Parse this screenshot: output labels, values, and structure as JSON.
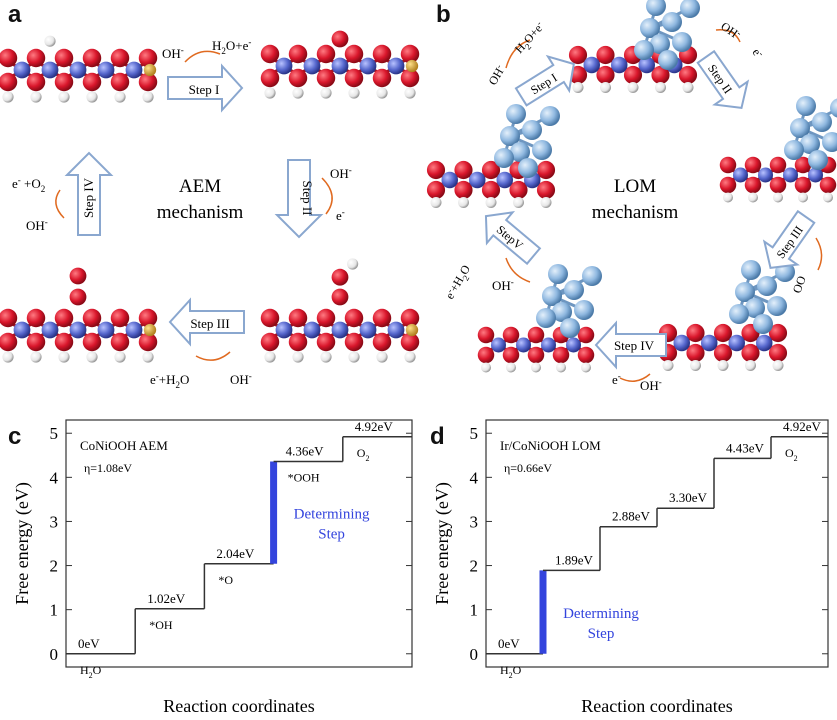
{
  "panel_letters": {
    "a": "a",
    "b": "b",
    "c": "c",
    "d": "d"
  },
  "panel_a": {
    "mechanism_line1": "AEM",
    "mechanism_line2": "mechanism",
    "step1": {
      "label": "Step I",
      "reactant": "OH",
      "product": "H",
      "product_tail": "O+e",
      "sub2": "2",
      "sup_minus": "-"
    },
    "step2": {
      "label": "Step II",
      "reactant": "OH",
      "product": "e",
      "sup_minus": "-"
    },
    "step3": {
      "label": "Step III",
      "product": "e",
      "product_mid": "+H",
      "product_tail": "O",
      "reactant": "OH",
      "sub2": "2",
      "sup_minus": "-"
    },
    "step4": {
      "label": "Step IV",
      "product": "e",
      "product_mid": " +O",
      "reactant": "OH",
      "sub2": "2",
      "sup_minus": "-"
    }
  },
  "panel_b": {
    "mechanism_line1": "LOM",
    "mechanism_line2": "mechanism",
    "step1": {
      "label": "Step I",
      "reactant": "OH",
      "product": "H",
      "product_tail": "O+e",
      "sub2": "2",
      "sup_minus": "-"
    },
    "step2": {
      "label": "Step II",
      "reactant": "OH",
      "product": "e",
      "sup_minus": "-"
    },
    "step3": {
      "label": "Step III",
      "product": "OO"
    },
    "step4": {
      "label": "Step IV",
      "product": "e",
      "reactant": "OH",
      "sup_minus": "-"
    },
    "step5": {
      "label": "StepV",
      "product": "e",
      "product_mid": "+H",
      "product_tail": "O",
      "reactant": "OH",
      "sub2": "2",
      "sup_minus": "-"
    }
  },
  "colors": {
    "oxygen": "#d9162b",
    "metal": "#5566cc",
    "hydrogen": "#f2f2f2",
    "iridium": "#8fb8e0",
    "yellow": "#d4a032",
    "arrow_fill": "#ffffff",
    "arrow_stroke": "#8aa7cf",
    "curve": "#e06a20",
    "determining": "#3344dd"
  },
  "chart_data": [
    {
      "type": "line",
      "panel": "c",
      "subtype": "free-energy step diagram",
      "annotation_title": "CoNiOOH AEM",
      "annotation_eta": "η=1.08eV",
      "xlabel": "Reaction coordinates",
      "ylabel": "Free energy (eV)",
      "ylim": [
        -0.3,
        5.3
      ],
      "yticks": [
        "0",
        "1",
        "2",
        "3",
        "4",
        "5"
      ],
      "steps": [
        {
          "value": 0,
          "value_label": "0eV",
          "species": "H",
          "species_sub": "2",
          "species_tail": "O"
        },
        {
          "value": 1.02,
          "value_label": "1.02eV",
          "species": "*OH"
        },
        {
          "value": 2.04,
          "value_label": "2.04eV",
          "species": "*O"
        },
        {
          "value": 4.36,
          "value_label": "4.36eV",
          "species": "*OOH"
        },
        {
          "value": 4.92,
          "value_label": "4.92eV",
          "species": "O",
          "species_sub": "2",
          "species_tail": ""
        }
      ],
      "determining_step_index": 3,
      "determining_label_line1": "Determining",
      "determining_label_line2": "Step"
    },
    {
      "type": "line",
      "panel": "d",
      "subtype": "free-energy step diagram",
      "annotation_title": "Ir/CoNiOOH LOM",
      "annotation_eta": "η=0.66eV",
      "xlabel": "Reaction coordinates",
      "ylabel": "Free energy (eV)",
      "ylim": [
        -0.3,
        5.3
      ],
      "yticks": [
        "0",
        "1",
        "2",
        "3",
        "4",
        "5"
      ],
      "steps": [
        {
          "value": 0,
          "value_label": "0eV",
          "species": "H",
          "species_sub": "2",
          "species_tail": "O"
        },
        {
          "value": 1.89,
          "value_label": "1.89eV",
          "species": ""
        },
        {
          "value": 2.88,
          "value_label": "2.88eV",
          "species": ""
        },
        {
          "value": 3.3,
          "value_label": "3.30eV",
          "species": ""
        },
        {
          "value": 4.43,
          "value_label": "4.43eV",
          "species": ""
        },
        {
          "value": 4.92,
          "value_label": "4.92eV",
          "species": "O",
          "species_sub": "2",
          "species_tail": ""
        }
      ],
      "determining_step_index": 1,
      "determining_label_line1": "Determining",
      "determining_label_line2": "Step"
    }
  ]
}
